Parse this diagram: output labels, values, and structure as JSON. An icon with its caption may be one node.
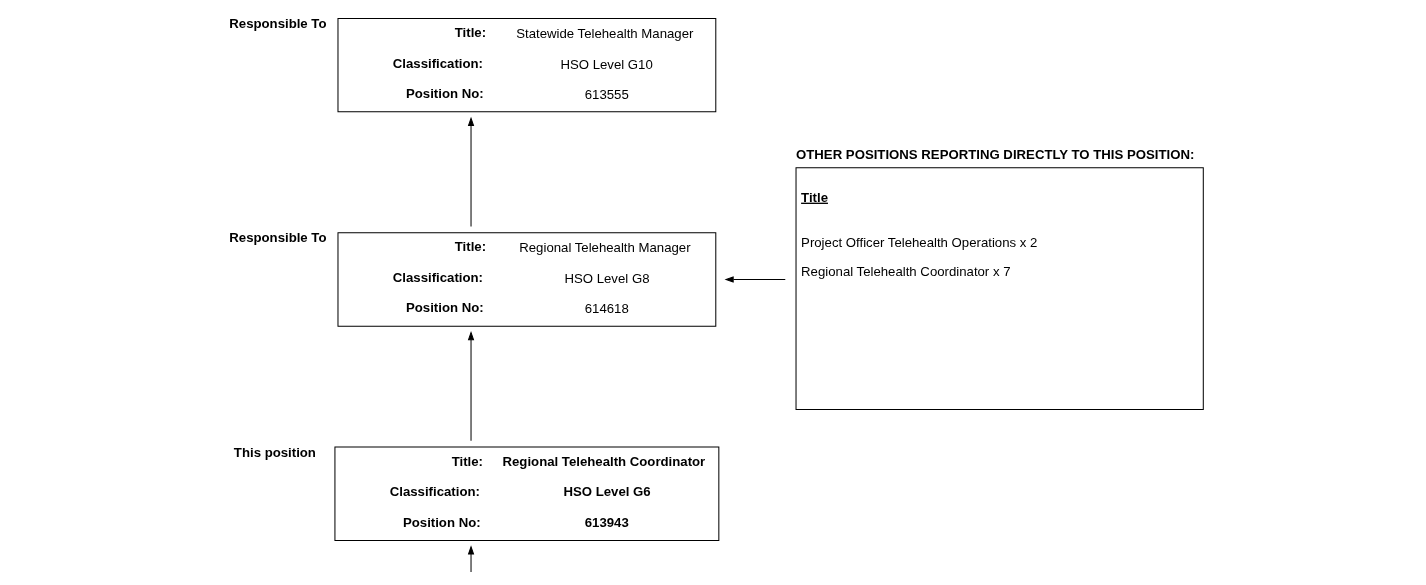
{
  "diagram": {
    "nodes": [
      {
        "text": [
          "Title:",
          "Statewide Telehealth Manager",
          "Classification:",
          "HSO Level G10",
          "Position No:",
          "613555"
        ],
        "beside": [
          "Responsible To"
        ]
      },
      {
        "text": [
          "Title:",
          "Regional Telehealth Manager",
          "Classification:",
          "HSO Level G8",
          "Position No:",
          "614618"
        ],
        "beside": [
          "Responsible To"
        ]
      },
      {
        "text": [
          "Title:",
          "Regional Telehealth Coordinator",
          "Classification:",
          "HSO Level G6",
          "Position No:",
          "613943"
        ],
        "beside": [
          "This position"
        ]
      },
      {
        "text": [
          "OTHER POSITIONS REPORTING DIRECTLY TO THIS POSITION:",
          "Title",
          "Project Officer Telehealth Operations x 2",
          "Regional Telehealth Coordinator x 7"
        ]
      }
    ],
    "edges": [
      {
        "from": 1,
        "to": 0,
        "arrow": "to"
      },
      {
        "from": 2,
        "to": 1,
        "arrow": "to"
      },
      {
        "from": null,
        "to": 2,
        "arrow": "to"
      },
      {
        "from": 3,
        "to": 1,
        "arrow": "to"
      }
    ]
  }
}
